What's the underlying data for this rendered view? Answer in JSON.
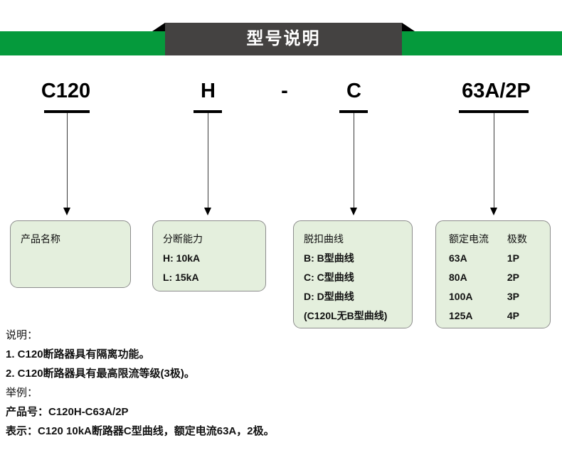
{
  "banner": {
    "title": "型号说明",
    "green_color": "#059A3C",
    "ribbon_color": "#444241",
    "title_color": "#FFFFFF"
  },
  "code": {
    "segments": [
      {
        "text": "C120",
        "has_arrow": true
      },
      {
        "text": "H",
        "has_arrow": true
      },
      {
        "text": "-",
        "has_arrow": false
      },
      {
        "text": "C",
        "has_arrow": true
      },
      {
        "text": "63A/2P",
        "has_arrow": true
      }
    ]
  },
  "boxes": [
    {
      "name": "product-name",
      "title": "产品名称",
      "lines": []
    },
    {
      "name": "breaking-capacity",
      "title": "分断能力",
      "lines": [
        "H: 10kA",
        "L: 15kA"
      ]
    },
    {
      "name": "tripping-curve",
      "title": "脱扣曲线",
      "lines": [
        "B: B型曲线",
        "C: C型曲线",
        "D: D型曲线",
        "(C120L无B型曲线)"
      ]
    },
    {
      "name": "current-poles",
      "title": "额定电流",
      "title2": "极数",
      "rows": [
        {
          "current": "63A",
          "poles": "1P"
        },
        {
          "current": "80A",
          "poles": "2P"
        },
        {
          "current": "100A",
          "poles": "3P"
        },
        {
          "current": "125A",
          "poles": "4P"
        }
      ]
    }
  ],
  "notes": {
    "heading": "说明：",
    "items": [
      "1. C120断路器具有隔离功能。",
      "2. C120断路器具有最高限流等级(3极)。"
    ],
    "example_heading": "举例：",
    "example_code_label": "产品号：C120H-C63A/2P",
    "example_desc_label": "表示：C120 10kA断路器C型曲线，额定电流63A，2极。"
  },
  "colors": {
    "box_fill": "#E4EFDD",
    "box_border": "#8D8D8D",
    "text": "#111111"
  }
}
